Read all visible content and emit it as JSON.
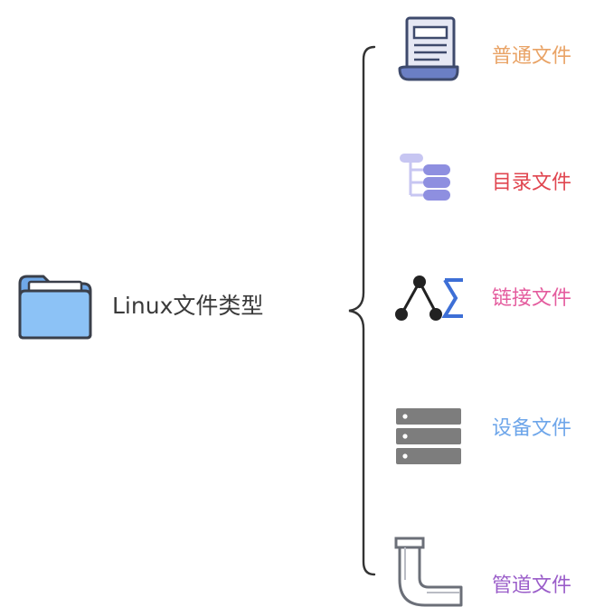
{
  "root": {
    "label": "Linux文件类型",
    "icon": "folder-icon"
  },
  "file_types": [
    {
      "label": "普通文件",
      "icon": "document-scroll-icon",
      "color": "#E9A366"
    },
    {
      "label": "目录文件",
      "icon": "directory-tree-icon",
      "color": "#E0454F"
    },
    {
      "label": "链接文件",
      "icon": "link-graph-icon",
      "color": "#E45C9E"
    },
    {
      "label": "设备文件",
      "icon": "server-rack-icon",
      "color": "#6EA6EA"
    },
    {
      "label": "管道文件",
      "icon": "pipe-elbow-icon",
      "color": "#9A5DC9"
    }
  ],
  "colors": {
    "folder_fill": "#7FB8F2",
    "folder_stroke": "#3A3F4A",
    "brace": "#333333",
    "icon_outline": "#3E4A6C",
    "icon_blue": "#6B7FC4",
    "icon_purple_light": "#C7C6F2",
    "server_gray": "#7D7D7D"
  }
}
